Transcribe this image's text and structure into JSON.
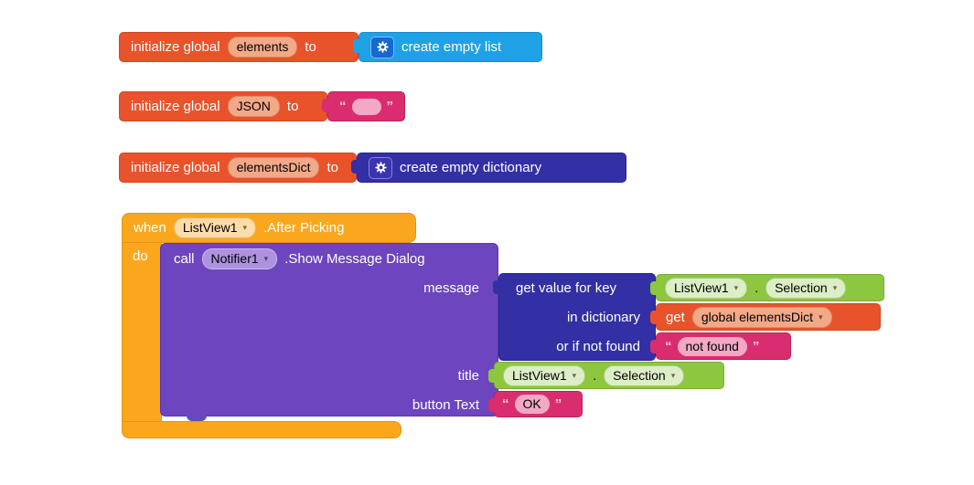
{
  "colors": {
    "variables_orange": "#E8532B",
    "lists_blue": "#1FA1E8",
    "dictionaries_indigo": "#3230A4",
    "events_yellow": "#FBA71D",
    "methods_purple": "#6C45BF",
    "text_pink": "#D92D6F",
    "component_green": "#8DC63F",
    "canvas_background": "#FFFFFF"
  },
  "icons": {
    "mutator": "gear-icon",
    "dropdown_arrow": "▾"
  },
  "ui": {
    "open_quote": "“",
    "close_quote": "”"
  },
  "block_init_elements": {
    "keyword": "initialize global",
    "variable_name": "elements",
    "to": "to",
    "value_label": "create empty list"
  },
  "block_init_json": {
    "keyword": "initialize global",
    "variable_name": "JSON",
    "to": "to",
    "value_text": ""
  },
  "block_init_elements_dict": {
    "keyword": "initialize global",
    "variable_name": "elementsDict",
    "to": "to",
    "value_label": "create empty dictionary"
  },
  "event_block": {
    "when": "when",
    "component": "ListView1",
    "event_name": ".After Picking",
    "do": "do",
    "call_block": {
      "call": "call",
      "component": "Notifier1",
      "method_name": ".Show Message Dialog",
      "param_message": "message",
      "param_title": "title",
      "param_button_text": "button Text",
      "message_value": {
        "label_key": "get value for key",
        "label_dict": "in dictionary",
        "label_not_found": "or if not found",
        "key_value": {
          "component": "ListView1",
          "dot": ".",
          "property": "Selection"
        },
        "dict_value": {
          "get": "get",
          "variable": "global elementsDict"
        },
        "not_found_value": {
          "text": "not found"
        }
      },
      "title_value": {
        "component": "ListView1",
        "dot": ".",
        "property": "Selection"
      },
      "button_text_value": {
        "text": "OK"
      }
    }
  }
}
